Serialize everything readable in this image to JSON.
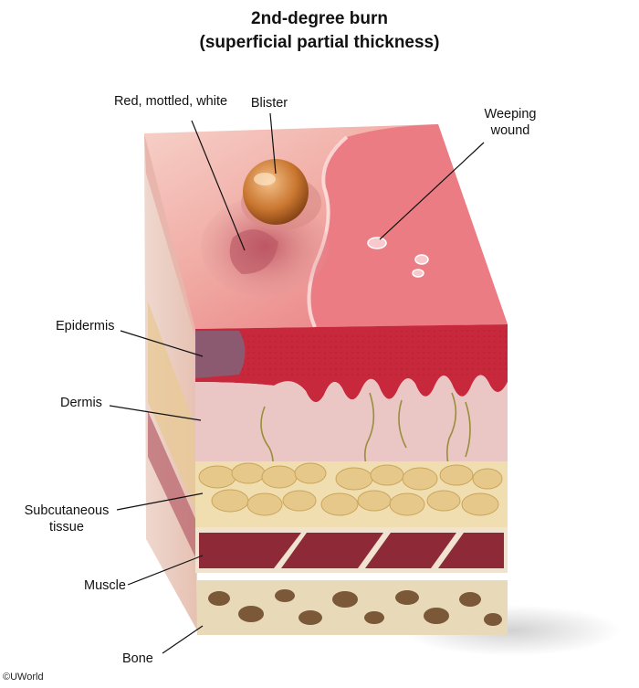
{
  "title_line1": "2nd-degree burn",
  "title_line2": "(superficial partial thickness)",
  "labels": {
    "red_mottled": "Red, mottled, white",
    "blister": "Blister",
    "weeping_1": "Weeping",
    "weeping_2": "wound",
    "epidermis": "Epidermis",
    "dermis": "Dermis",
    "subq_1": "Subcutaneous",
    "subq_2": "tissue",
    "muscle": "Muscle",
    "bone": "Bone"
  },
  "copyright": "©UWorld",
  "colors": {
    "skin_surface": "#f3b5ae",
    "burn_red": "#e9707a",
    "epidermis": "#c8283c",
    "dermis": "#eac7c4",
    "fat": "#e6c98a",
    "muscle": "#8e2a38",
    "bone": "#e8d9b8"
  }
}
